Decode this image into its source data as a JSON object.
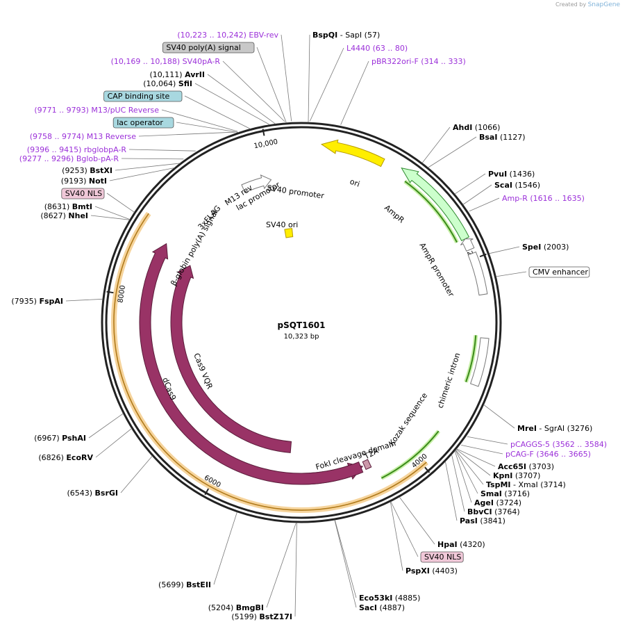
{
  "credit": {
    "prefix": "Created by",
    "brand": "SnapGene"
  },
  "plasmid": {
    "name": "pSQT1601",
    "size": "10,323 bp",
    "length": 10323
  },
  "colors": {
    "ring": "#222222",
    "enzyme_text": "#000000",
    "primer": "#9b30d9",
    "grey_line": "#777777"
  },
  "ticks": [
    {
      "bp": 2000,
      "label": "2000"
    },
    {
      "bp": 4000,
      "label": "4000"
    },
    {
      "bp": 6000,
      "label": "6000"
    },
    {
      "bp": 8000,
      "label": "8000"
    },
    {
      "bp": 10000,
      "label": "10,000"
    }
  ],
  "features": [
    {
      "name": "ori",
      "start": 186,
      "end": 775,
      "dir": "ccw",
      "radius": 258,
      "color": "#ffee00",
      "stroke": "#b59a00",
      "label": "ori",
      "inside": true
    },
    {
      "name": "AmpR",
      "start": 946,
      "end": 1806,
      "dir": "ccw",
      "radius": 265,
      "color": "#ccffcc",
      "stroke": "#2d8a2d",
      "label": "AmpR",
      "inside": false
    },
    {
      "name": "AmpR promoter",
      "start": 1806,
      "end": 1911,
      "dir": "ccw",
      "radius": 265,
      "color": "#ffffff",
      "stroke": "#777",
      "label": "AmpR promoter",
      "inside": false
    },
    {
      "name": "CMV enhancer",
      "start": 1950,
      "end": 2330,
      "dir": "none",
      "radius": 265,
      "color": "#ffffff",
      "stroke": "#777",
      "label": "",
      "inside": false
    },
    {
      "name": "chimeric intron",
      "start": 2720,
      "end": 3150,
      "dir": "none",
      "radius": 265,
      "color": "#ffffff",
      "stroke": "#777",
      "label": "chimeric intron",
      "inside": false
    },
    {
      "name": "FokI cleavage domain",
      "start": 4500,
      "end": 5150,
      "dir": "ccw",
      "radius": 225,
      "color": "#993366",
      "stroke": "#5a1c3a",
      "label": "FokI cleavage domain",
      "inside": false
    },
    {
      "name": "dCas9",
      "start": 4520,
      "end": 8610,
      "dir": "cw",
      "radius": 225,
      "color": "#993366",
      "stroke": "#5a1c3a",
      "label": "dCas9",
      "inside": false
    },
    {
      "name": "Cas9 VQR",
      "start": 5300,
      "end": 8520,
      "dir": "cw",
      "radius": 180,
      "color": "#993366",
      "stroke": "#5a1c3a",
      "label": "Cas9 VQR",
      "inside": false
    },
    {
      "name": "T2A",
      "start": 4420,
      "end": 4480,
      "dir": "none",
      "radius": 225,
      "color": "#cc99aa",
      "stroke": "#5a1c3a",
      "label": "T2A",
      "inside": false
    },
    {
      "name": "SV40 promoter",
      "start": 9650,
      "end": 9980,
      "dir": "cw",
      "radius": 210,
      "color": "#ffffff",
      "stroke": "#777",
      "label": "SV40 promoter",
      "inside": false
    },
    {
      "name": "SV40 ori",
      "start": 10030,
      "end": 10160,
      "dir": "none",
      "radius": 130,
      "color": "#ffee00",
      "stroke": "#b59a00",
      "label": "SV40 ori",
      "inside": false
    }
  ],
  "outer_orf": {
    "start": 3960,
    "end": 8760,
    "color": "#f5c26a"
  },
  "green_arcs": [
    {
      "start": 1040,
      "end": 1800
    },
    {
      "start": 2700,
      "end": 3150
    },
    {
      "start": 3680,
      "end": 4380
    }
  ],
  "right_labels": [
    {
      "text": "AhdI",
      "extra": "(1066)",
      "type": "enzyme"
    },
    {
      "text": "BsaI",
      "extra": "(1127)",
      "type": "enzyme"
    },
    {
      "text": "PvuI",
      "extra": "(1436)",
      "type": "enzyme"
    },
    {
      "text": "ScaI",
      "extra": "(1546)",
      "type": "enzyme"
    },
    {
      "text": "Amp-R",
      "extra": "(1616 .. 1635)",
      "type": "primer"
    },
    {
      "text": "SpeI",
      "extra": "(2003)",
      "type": "enzyme"
    },
    {
      "text": "CMV enhancer",
      "extra": "",
      "type": "box"
    },
    {
      "text": "MreI",
      "extra": "- SgrAI",
      "extra2": "(3276)",
      "type": "enzyme"
    },
    {
      "text": "pCAGGS-5",
      "extra": "(3562 .. 3584)",
      "type": "primer"
    },
    {
      "text": "pCAG-F",
      "extra": "(3646 .. 3665)",
      "type": "primer"
    },
    {
      "text": "Acc65I",
      "extra": "(3703)",
      "type": "enzyme"
    },
    {
      "text": "KpnI",
      "extra": "(3707)",
      "type": "enzyme"
    },
    {
      "text": "TspMI",
      "extra": "- XmaI",
      "extra2": "(3714)",
      "type": "enzyme"
    },
    {
      "text": "SmaI",
      "extra": "(3716)",
      "type": "enzyme"
    },
    {
      "text": "AgeI",
      "extra": "(3724)",
      "type": "enzyme"
    },
    {
      "text": "BbvCI",
      "extra": "(3764)",
      "type": "enzyme"
    },
    {
      "text": "PasI",
      "extra": "(3841)",
      "type": "enzyme"
    },
    {
      "text": "HpaI",
      "extra": "(4320)",
      "type": "enzyme"
    },
    {
      "text": "SV40 NLS",
      "extra": "",
      "type": "pinkbox"
    },
    {
      "text": "PspXI",
      "extra": "(4403)",
      "type": "enzyme"
    },
    {
      "text": "Eco53kI",
      "extra": "(4885)",
      "type": "enzyme"
    },
    {
      "text": "SacI",
      "extra": "(4887)",
      "type": "enzyme"
    }
  ],
  "bottom_labels": [
    {
      "text": "BmgBI",
      "extra": "(5204)",
      "type": "enzyme"
    },
    {
      "text": "BstZ17I",
      "extra": "(5199)",
      "type": "enzyme"
    },
    {
      "text": "BstEII",
      "extra": "(5699)",
      "type": "enzyme"
    }
  ],
  "left_labels": [
    {
      "text": "BsrGI",
      "extra": "(6543)",
      "type": "enzyme"
    },
    {
      "text": "EcoRV",
      "extra": "(6826)",
      "type": "enzyme"
    },
    {
      "text": "PshAI",
      "extra": "(6967)",
      "type": "enzyme"
    },
    {
      "text": "FspAI",
      "extra": "(7935)",
      "type": "enzyme"
    },
    {
      "text": "NheI",
      "extra": "(8627)",
      "type": "enzyme"
    },
    {
      "text": "BmtI",
      "extra": "(8631)",
      "type": "enzyme"
    },
    {
      "text": "SV40 NLS",
      "extra": "",
      "type": "pinkbox"
    },
    {
      "text": "NotI",
      "extra": "(9193)",
      "type": "enzyme"
    },
    {
      "text": "BstXI",
      "extra": "(9253)",
      "type": "enzyme"
    },
    {
      "text": "Bglob-pA-R",
      "extra": "(9277 .. 9296)",
      "type": "primer"
    },
    {
      "text": "rbglobpA-R",
      "extra": "(9396 .. 9415)",
      "type": "primer"
    },
    {
      "text": "M13 Reverse",
      "extra": "(9758 .. 9774)",
      "type": "primer"
    },
    {
      "text": "lac operator",
      "extra": "",
      "type": "bluebox"
    },
    {
      "text": "M13/pUC Reverse",
      "extra": "(9771 .. 9793)",
      "type": "primer"
    },
    {
      "text": "CAP binding site",
      "extra": "",
      "type": "bluebox"
    },
    {
      "text": "SfiI",
      "extra": "(10,064)",
      "type": "enzyme"
    },
    {
      "text": "AvrII",
      "extra": "(10,111)",
      "type": "enzyme"
    },
    {
      "text": "SV40pA-R",
      "extra": "(10,169 .. 10,188)",
      "type": "primer"
    },
    {
      "text": "SV40 poly(A) signal",
      "extra": "",
      "type": "greybox"
    },
    {
      "text": "EBV-rev",
      "extra": "(10,223 .. 10,242)",
      "type": "primer"
    }
  ],
  "top_labels": [
    {
      "text": "BspQI",
      "extra": "- SapI",
      "extra2": "(57)",
      "type": "enzyme"
    },
    {
      "text": "L4440",
      "extra": "(63 .. 80)",
      "type": "primer"
    },
    {
      "text": "pBR322ori-F",
      "extra": "(314 .. 333)",
      "type": "primer"
    }
  ],
  "inner_labels": {
    "ori": "ori",
    "ampr": "AmpR",
    "ampr_promoter": "AmpR promoter",
    "chimeric_intron": "chimeric intron",
    "kozak": "Kozak sequence",
    "foki": "FokI cleavage domain",
    "t2a": "T2A",
    "dcas9": "dCas9",
    "cas9vqr": "Cas9 VQR",
    "bglobin": "β-globin poly(A) signal",
    "flag": "3xFLAG",
    "m13rev": "M13 rev",
    "lacpromoter": "lac promoter",
    "sv40promoter": "SV40 promoter",
    "sv40ori": "SV40 ori"
  }
}
